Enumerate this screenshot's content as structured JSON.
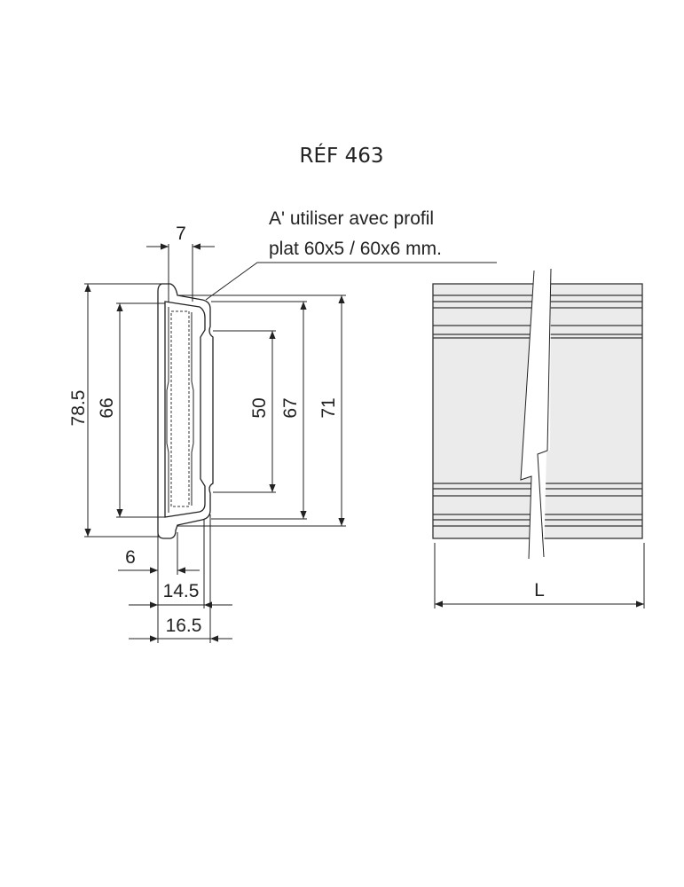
{
  "title": "RÉF 463",
  "note": {
    "line1": "A' utiliser avec profil",
    "line2": "plat 60x5 / 60x6 mm."
  },
  "section_view": {
    "dimensions": {
      "width_top": "7",
      "height_overall": "78.5",
      "height_inner": "66",
      "height_slot": "50",
      "height_mid": "67",
      "height_outer": "71",
      "width_flange": "6",
      "width_body": "14.5",
      "width_total": "16.5"
    }
  },
  "side_view": {
    "length_label": "L"
  },
  "colors": {
    "line": "#222222",
    "fill": "#ebebeb"
  }
}
